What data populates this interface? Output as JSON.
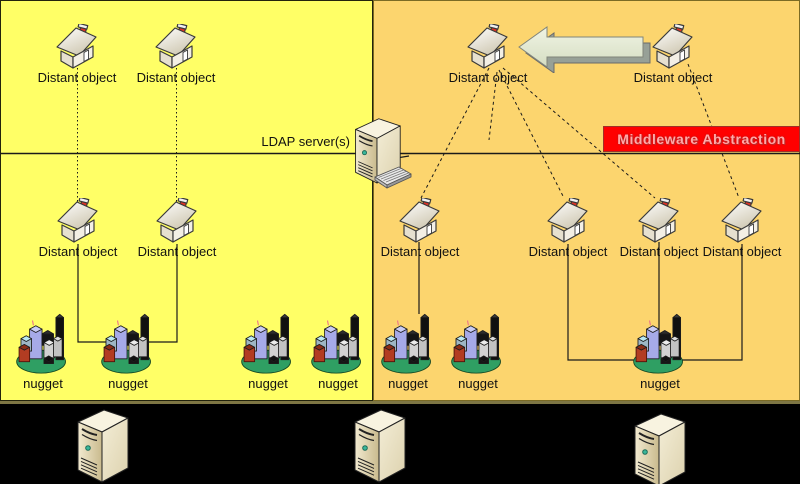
{
  "banner": {
    "label": "Middleware Abstraction",
    "bg_color": "#ff0000",
    "text_color": "#ffa8a8"
  },
  "ldap": {
    "label": "LDAP server(s)"
  },
  "houses": [
    {
      "id": "house-tl-1",
      "label": "Distant object"
    },
    {
      "id": "house-tl-2",
      "label": "Distant object"
    },
    {
      "id": "house-tr-1",
      "label": "Distant object"
    },
    {
      "id": "house-tr-2",
      "label": "Distant object"
    },
    {
      "id": "house-bl-1",
      "label": "Distant object"
    },
    {
      "id": "house-bl-2",
      "label": "Distant object"
    },
    {
      "id": "house-br-1",
      "label": "Distant object"
    },
    {
      "id": "house-br-2",
      "label": "Distant object"
    },
    {
      "id": "house-br-3",
      "label": "Distant object"
    },
    {
      "id": "house-br-4",
      "label": "Distant object"
    }
  ],
  "nuggets": [
    {
      "id": "nugget-1",
      "label": "nugget"
    },
    {
      "id": "nugget-2",
      "label": "nugget"
    },
    {
      "id": "nugget-3",
      "label": "nugget"
    },
    {
      "id": "nugget-4",
      "label": "nugget"
    },
    {
      "id": "nugget-5",
      "label": "nugget"
    },
    {
      "id": "nugget-6",
      "label": "nugget"
    },
    {
      "id": "nugget-7",
      "label": "nugget"
    }
  ],
  "zones": {
    "local_color": "#ffff66",
    "middleware_color": "#fcd56e",
    "backbone_color": "#000000"
  },
  "icons": {
    "house": "house-icon",
    "nugget": "city-nugget-icon",
    "server": "server-tower-icon",
    "keyboard": "keyboard-icon",
    "arrow": "left-block-arrow-icon"
  },
  "connections": {
    "dotted": [
      [
        "house-tl-1",
        "house-bl-1"
      ],
      [
        "house-tl-2",
        "house-bl-2"
      ]
    ],
    "dashed": [
      [
        "house-tr-1",
        "house-br-1"
      ],
      [
        "house-tr-1",
        "middleware-boundary"
      ],
      [
        "house-tr-1",
        "house-br-2"
      ],
      [
        "house-tr-1",
        "house-br-3"
      ],
      [
        "house-tr-2",
        "house-br-4"
      ]
    ],
    "solid": [
      [
        "house-bl-1",
        "house-bl-2"
      ],
      [
        "house-br-1",
        "nugget-5"
      ],
      [
        "house-br-2",
        "nugget-7"
      ],
      [
        "house-br-3",
        "nugget-7"
      ],
      [
        "house-br-4",
        "nugget-7"
      ]
    ]
  }
}
